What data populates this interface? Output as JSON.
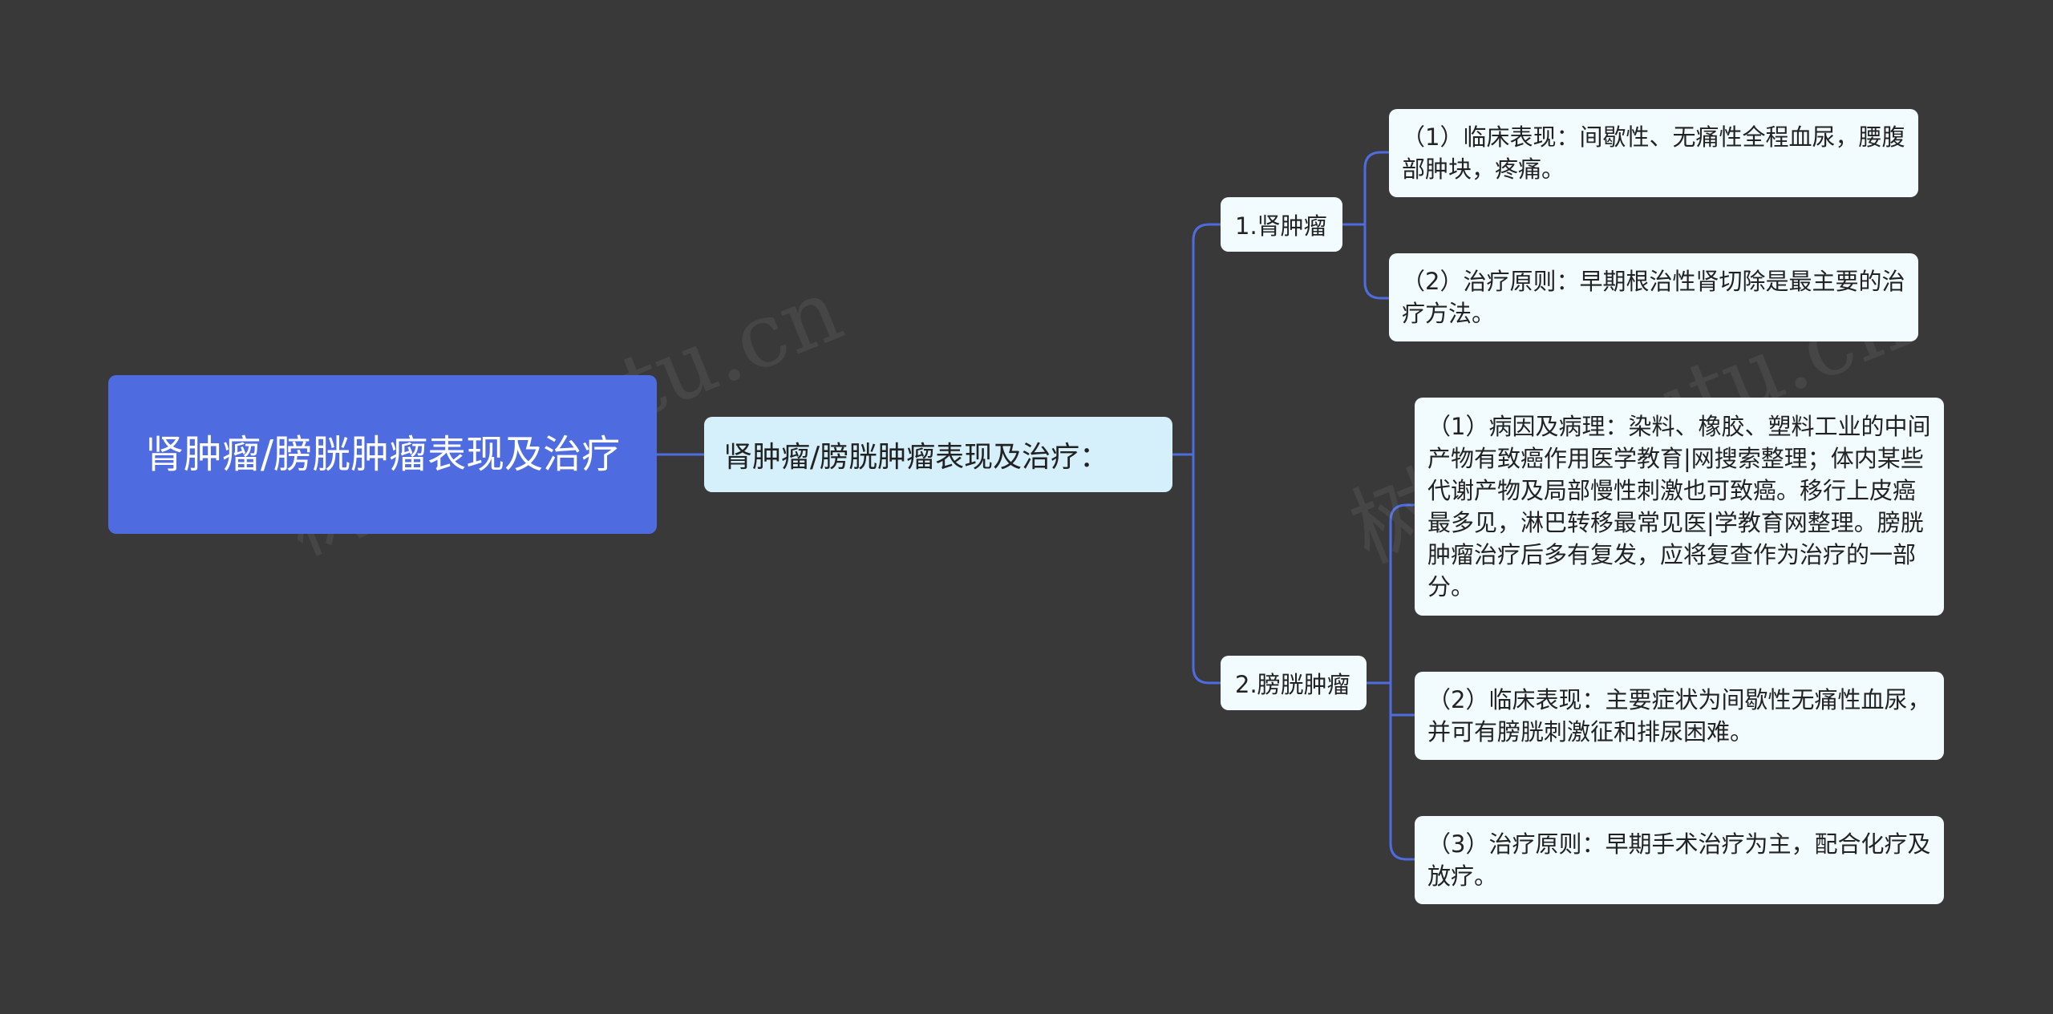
{
  "root": {
    "text": "肾肿瘤/膀胱肿瘤表现及治疗"
  },
  "level1": {
    "text": "肾肿瘤/膀胱肿瘤表现及治疗："
  },
  "branches": [
    {
      "label": "1.肾肿瘤",
      "children": [
        "（1）临床表现：间歇性、无痛性全程血尿，腰腹部肿块，疼痛。",
        "（2）治疗原则：早期根治性肾切除是最主要的治疗方法。"
      ]
    },
    {
      "label": "2.膀胱肿瘤",
      "children": [
        "（1）病因及病理：染料、橡胶、塑料工业的中间产物有致癌作用医学教育|网搜索整理；体内某些代谢产物及局部慢性刺激也可致癌。移行上皮癌最多见，淋巴转移最常见医|学教育网整理。膀胱肿瘤治疗后多有复发，应将复查作为治疗的一部分。",
        "（2）临床表现：主要症状为间歇性无痛性血尿，并可有膀胱刺激征和排尿困难。",
        "（3）治疗原则：早期手术治疗为主，配合化疗及放疗。"
      ]
    }
  ],
  "watermarks": [
    "树图 shutu.cn",
    "树图 shutu.cn"
  ],
  "colors": {
    "background": "#3a3939",
    "root": "#4f6be0",
    "level1": "#d6f0fb",
    "node": "#f2fcff",
    "connector": "#4f6be0"
  }
}
